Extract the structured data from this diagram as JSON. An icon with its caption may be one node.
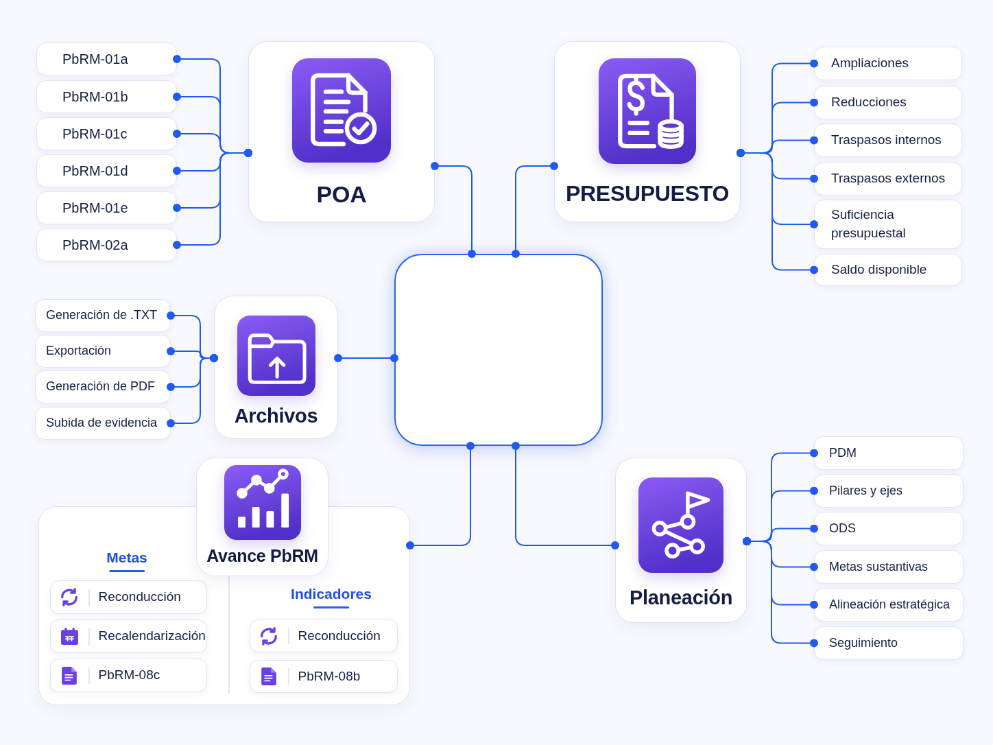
{
  "diagram": {
    "nodes": [
      {
        "text": [],
        "shape": "box"
      },
      {
        "text": [
          "POA"
        ]
      },
      {
        "text": [
          "PbRM-01a"
        ]
      },
      {
        "text": [
          "PbRM-01b"
        ]
      },
      {
        "text": [
          "PbRM-01c"
        ]
      },
      {
        "text": [
          "PbRM-01d"
        ]
      },
      {
        "text": [
          "PbRM-01e"
        ]
      },
      {
        "text": [
          "PbRM-02a"
        ]
      },
      {
        "text": [
          "PRESUPUESTO"
        ]
      },
      {
        "text": [
          "Ampliaciones"
        ]
      },
      {
        "text": [
          "Reducciones"
        ]
      },
      {
        "text": [
          "Traspasos internos"
        ]
      },
      {
        "text": [
          "Traspasos externos"
        ]
      },
      {
        "text": [
          "Suficiencia presupuestal"
        ]
      },
      {
        "text": [
          "Saldo disponible"
        ]
      },
      {
        "text": [
          "Archivos"
        ]
      },
      {
        "text": [
          "Generación de .TXT"
        ]
      },
      {
        "text": [
          "Exportación"
        ]
      },
      {
        "text": [
          "Generación de PDF"
        ]
      },
      {
        "text": [
          "Subida de evidencia"
        ]
      },
      {
        "text": [
          "Metas",
          "Avance PbRM",
          "Indicadores"
        ]
      },
      {
        "text": [
          "Reconducción"
        ],
        "in": 20
      },
      {
        "text": [
          "Recalendarización"
        ],
        "in": 20
      },
      {
        "text": [
          "PbRM-08c"
        ],
        "in": 20
      },
      {
        "text": [
          "Reconducción"
        ],
        "in": 20
      },
      {
        "text": [
          "PbRM-08b"
        ],
        "in": 20
      },
      {
        "text": [
          "Planeación"
        ]
      },
      {
        "text": [
          "PDM"
        ]
      },
      {
        "text": [
          "Pilares y ejes"
        ]
      },
      {
        "text": [
          "ODS"
        ]
      },
      {
        "text": [
          "Metas sustantivas"
        ]
      },
      {
        "text": [
          "Alineación estratégica"
        ]
      },
      {
        "text": [
          "Seguimiento"
        ]
      }
    ],
    "edges": [
      {
        "from": 0,
        "to": 1,
        "arrow": "other"
      },
      {
        "from": 0,
        "to": 8,
        "arrow": "other"
      },
      {
        "from": 0,
        "to": 15,
        "arrow": "other"
      },
      {
        "from": 0,
        "to": 20,
        "arrow": "other"
      },
      {
        "from": 0,
        "to": 26,
        "arrow": "other"
      },
      {
        "from": 1,
        "to": 2,
        "arrow": "other"
      },
      {
        "from": 1,
        "to": 3,
        "arrow": "other"
      },
      {
        "from": 1,
        "to": 4,
        "arrow": "other"
      },
      {
        "from": 1,
        "to": 5,
        "arrow": "other"
      },
      {
        "from": 1,
        "to": 6,
        "arrow": "other"
      },
      {
        "from": 1,
        "to": 7,
        "arrow": "other"
      },
      {
        "from": 8,
        "to": 9,
        "arrow": "other"
      },
      {
        "from": 8,
        "to": 10,
        "arrow": "other"
      },
      {
        "from": 8,
        "to": 11,
        "arrow": "other"
      },
      {
        "from": 8,
        "to": 12,
        "arrow": "other"
      },
      {
        "from": 8,
        "to": 13,
        "arrow": "other"
      },
      {
        "from": 8,
        "to": 14,
        "arrow": "other"
      },
      {
        "from": 15,
        "to": 16,
        "arrow": "other"
      },
      {
        "from": 15,
        "to": 17,
        "arrow": "other"
      },
      {
        "from": 15,
        "to": 18,
        "arrow": "other"
      },
      {
        "from": 15,
        "to": 19,
        "arrow": "other"
      },
      {
        "from": 26,
        "to": 27,
        "arrow": "other"
      },
      {
        "from": 26,
        "to": 28,
        "arrow": "other"
      },
      {
        "from": 26,
        "to": 29,
        "arrow": "other"
      },
      {
        "from": 26,
        "to": 30,
        "arrow": "other"
      },
      {
        "from": 26,
        "to": 31,
        "arrow": "other"
      },
      {
        "from": 26,
        "to": 32,
        "arrow": "other"
      }
    ]
  }
}
